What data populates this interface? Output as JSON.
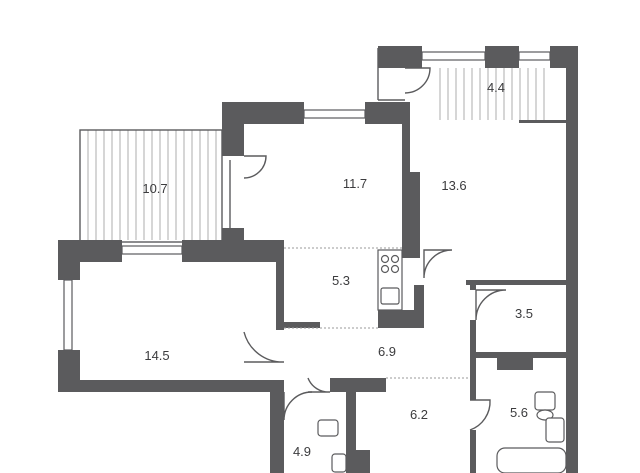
{
  "floor_plan": {
    "rooms": [
      {
        "id": "balcony-left",
        "area": "10.7"
      },
      {
        "id": "room-upper-middle",
        "area": "11.7"
      },
      {
        "id": "room-upper-right",
        "area": "13.6"
      },
      {
        "id": "balcony-top-right",
        "area": "4.4"
      },
      {
        "id": "kitchen",
        "area": "5.3"
      },
      {
        "id": "storage",
        "area": "3.5"
      },
      {
        "id": "room-left",
        "area": "14.5"
      },
      {
        "id": "hallway",
        "area": "6.9"
      },
      {
        "id": "corridor",
        "area": "6.2"
      },
      {
        "id": "bathroom",
        "area": "5.6"
      },
      {
        "id": "toilet",
        "area": "4.9"
      }
    ]
  }
}
